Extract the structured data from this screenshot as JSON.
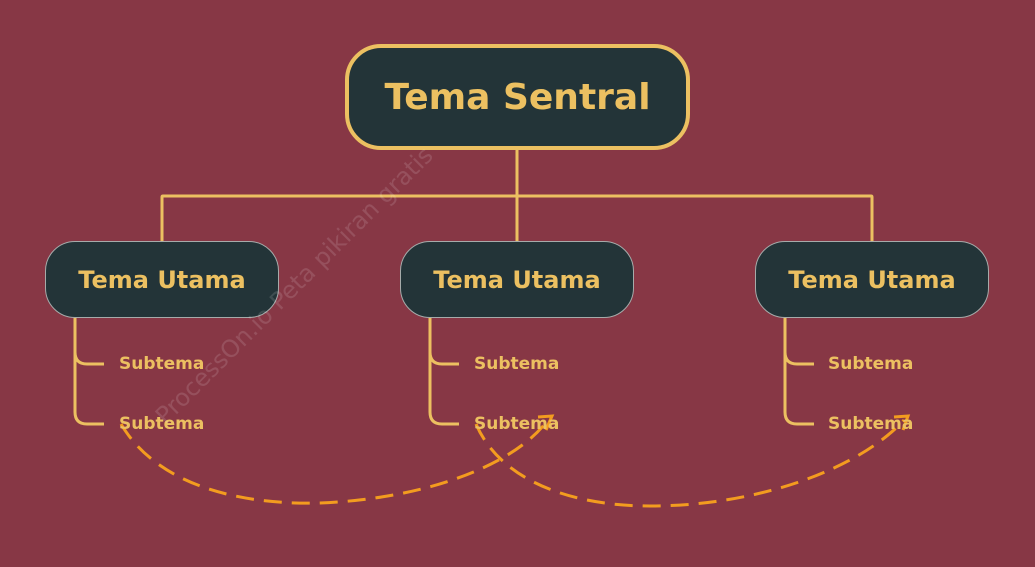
{
  "central_topic": {
    "label": "Tema Sentral"
  },
  "main_topics": [
    {
      "label": "Tema Utama",
      "subtopics": [
        {
          "label": "Subtema"
        },
        {
          "label": "Subtema"
        }
      ]
    },
    {
      "label": "Tema Utama",
      "subtopics": [
        {
          "label": "Subtema"
        },
        {
          "label": "Subtema"
        }
      ]
    },
    {
      "label": "Tema Utama",
      "subtopics": [
        {
          "label": "Subtema"
        },
        {
          "label": "Subtema"
        }
      ]
    }
  ],
  "watermark": {
    "text": "ProcessOn.io Peta pikiran gratis"
  },
  "colors": {
    "background": "#873745",
    "node_fill": "#233438",
    "accent": "#ECC061",
    "relationship_line": "#F39C1F"
  }
}
